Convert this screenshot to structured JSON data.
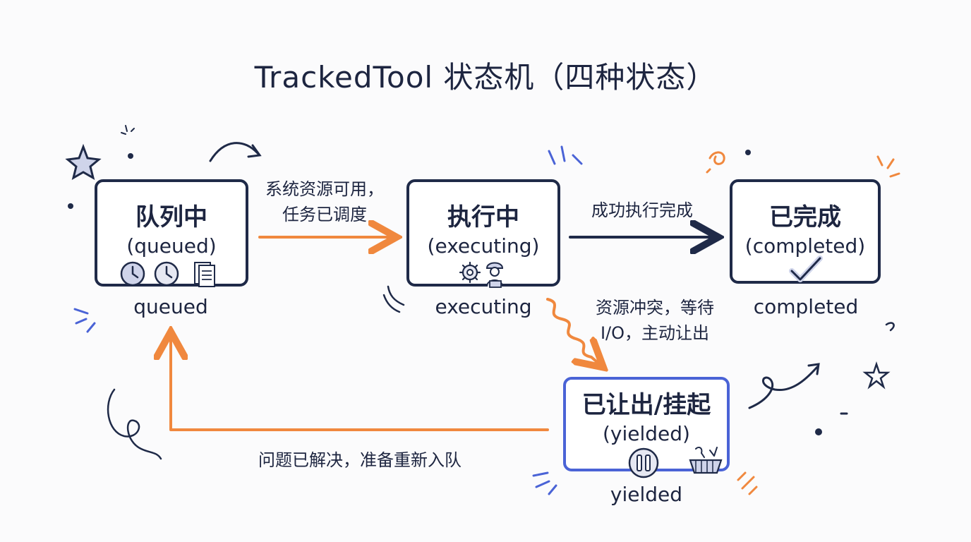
{
  "title": "TrackedTool 状态机（四种状态）",
  "states": {
    "queued": {
      "cn": "队列中",
      "en": "(queued)",
      "caption": "queued"
    },
    "executing": {
      "cn": "执行中",
      "en": "(executing)",
      "caption": "executing"
    },
    "completed": {
      "cn": "已完成",
      "en": "(completed)",
      "caption": "completed"
    },
    "yielded": {
      "cn": "已让出/挂起",
      "en": "(yielded)",
      "caption": "yielded"
    }
  },
  "transitions": {
    "queued_to_executing": [
      "系统资源可用，",
      "任务已调度"
    ],
    "executing_to_completed": [
      "成功执行完成"
    ],
    "executing_to_yielded": [
      "资源冲突，等待",
      "I/O，主动让出"
    ],
    "yielded_to_queued": [
      "问题已解决，准备重新入队"
    ]
  },
  "icons": {
    "queued": [
      "clock-icon",
      "clock-icon",
      "documents-icon"
    ],
    "executing": [
      "gear-icon",
      "worker-at-laptop-icon"
    ],
    "completed": [
      "checkmark-icon"
    ],
    "yielded": [
      "pause-icon",
      "basket-icon"
    ]
  },
  "colors": {
    "ink": "#1f2a48",
    "orange": "#f0883e",
    "blue": "#4a63d6"
  }
}
